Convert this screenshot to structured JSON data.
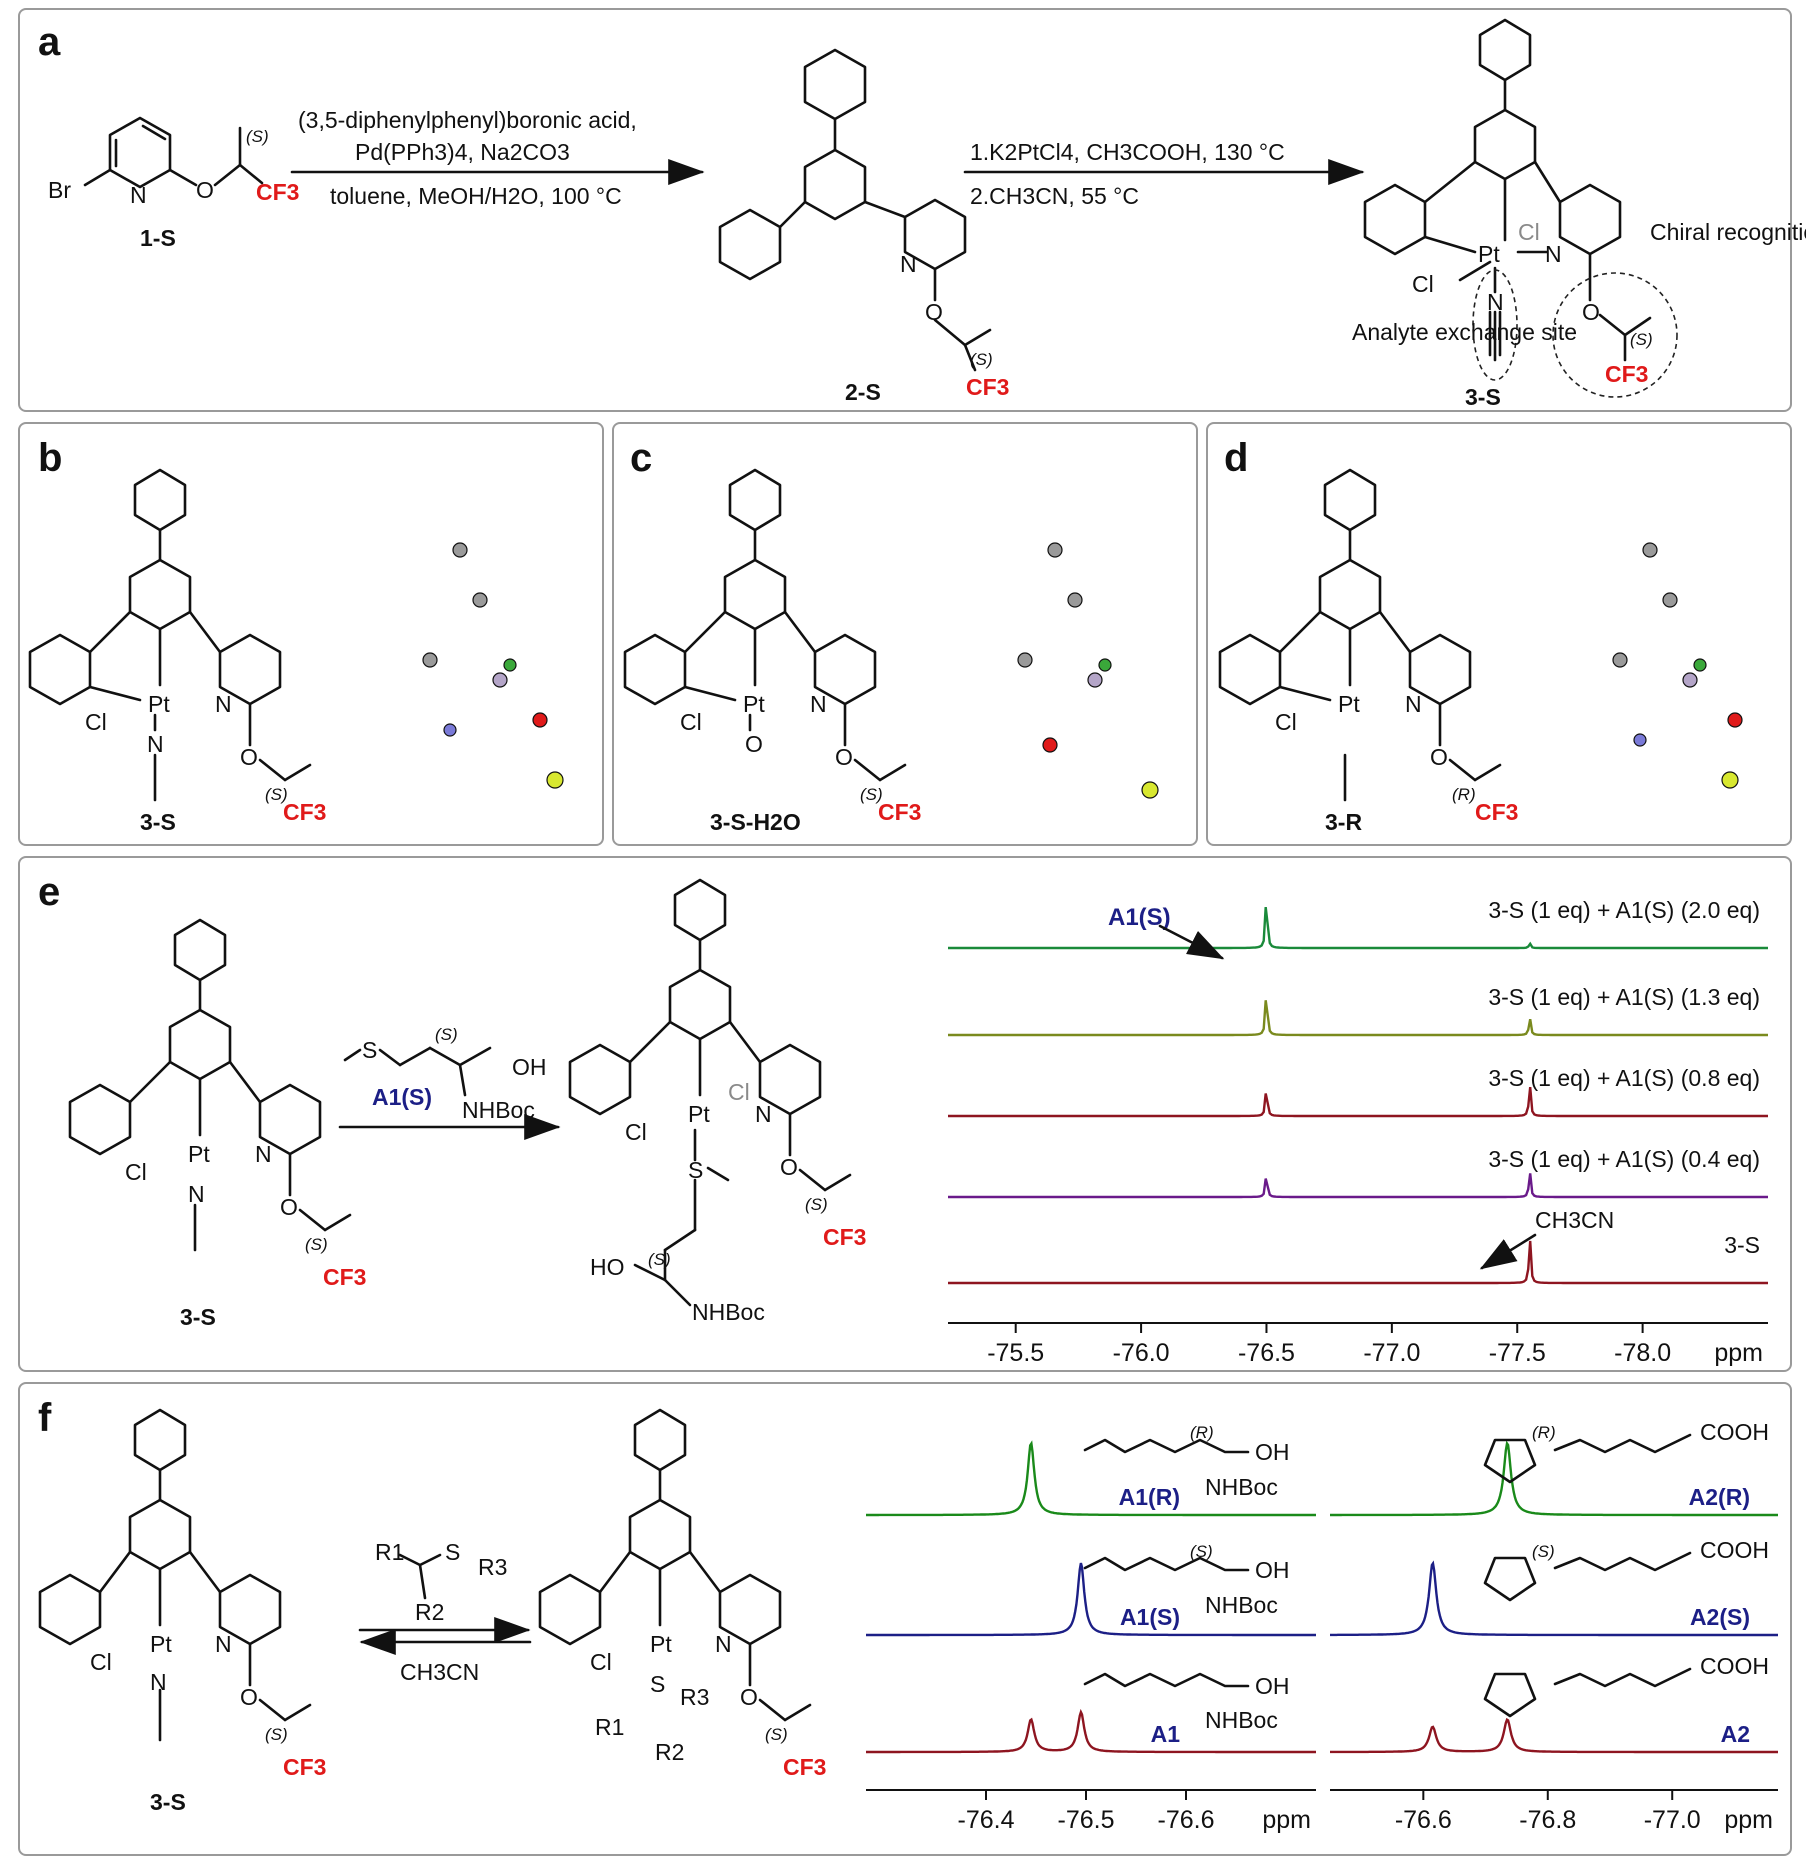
{
  "panel_labels": [
    "a",
    "b",
    "c",
    "d",
    "e",
    "f"
  ],
  "panel_a": {
    "compound_1": {
      "label": "1-S",
      "br": "Br",
      "n": "N",
      "o": "O",
      "stereo": "(S)",
      "cf3": "CF3"
    },
    "step1": {
      "line1": "(3,5-diphenylphenyl)boronic acid,",
      "line2": "Pd(PPh3)4, Na2CO3",
      "line3": "toluene, MeOH/H2O, 100 °C"
    },
    "compound_2": {
      "label": "2-S",
      "n": "N",
      "o": "O",
      "stereo": "(S)",
      "cf3": "CF3"
    },
    "step2": {
      "line1": "1.K2PtCl4, CH3COOH, 130 °C",
      "line2": "2.CH3CN, 55 °C"
    },
    "compound_3": {
      "label": "3-S",
      "pt": "Pt",
      "n": "N",
      "cl": "Cl",
      "cl_gray": "Cl",
      "o": "O",
      "stereo": "(S)",
      "cf3": "CF3",
      "site1": "Analyte exchange site",
      "site2": "Chiral recognition site"
    }
  },
  "panel_b": {
    "label": "3-S"
  },
  "panel_c": {
    "label": "3-S-H2O"
  },
  "panel_d": {
    "label": "3-R",
    "stereo": "(R)"
  },
  "panel_e": {
    "reactant_label": "3-S",
    "reagent_label": "A1(S)",
    "reagent_groups": {
      "s": "S",
      "stereo": "(S)",
      "oh": "OH",
      "nhboc": "NHBoc"
    },
    "product_groups": {
      "ho": "HO",
      "stereo": "(S)",
      "nhboc": "NHBoc"
    }
  },
  "panel_f": {
    "reactant_label": "3-S",
    "reagent": {
      "r1": "R1",
      "r2": "R2",
      "r3": "R3",
      "s": "S",
      "solvent": "CH3CN"
    },
    "left_spectra_labels": [
      "A1(R)",
      "A1(S)",
      "A1"
    ],
    "right_spectra_labels": [
      "A2(R)",
      "A2(S)",
      "A2"
    ],
    "groups": {
      "oh": "OH",
      "nhboc": "NHBoc",
      "cooh": "COOH",
      "stereo_r": "(R)",
      "stereo_s": "(S)"
    }
  },
  "chart_data": [
    {
      "type": "line",
      "panel": "e",
      "xlabel": "ppm",
      "xlim": [
        -75.23,
        -78.5
      ],
      "x_ticks": [
        -75.5,
        -76.0,
        -76.5,
        -77.0,
        -77.5,
        -78.0
      ],
      "x_tick_labels": [
        "-75.5",
        "-76.0",
        "-76.5",
        "-77.0",
        "-77.5",
        "-78.0"
      ],
      "annotations": [
        "A1(S)",
        "CH3CN"
      ],
      "series": [
        {
          "name": "3-S (1 eq) + A1(S) (2.0 eq)",
          "color": "#1a8a3a",
          "peaks": [
            {
              "x": -76.5,
              "h": 1.0
            },
            {
              "x": -77.55,
              "h": 0.08
            }
          ]
        },
        {
          "name": "3-S (1 eq) + A1(S) (1.3 eq)",
          "color": "#7a8a1e",
          "peaks": [
            {
              "x": -76.5,
              "h": 0.85
            },
            {
              "x": -77.55,
              "h": 0.3
            }
          ]
        },
        {
          "name": "3-S (1 eq) + A1(S) (0.8 eq)",
          "color": "#8e1520",
          "peaks": [
            {
              "x": -76.5,
              "h": 0.55
            },
            {
              "x": -77.55,
              "h": 0.55
            }
          ]
        },
        {
          "name": "3-S (1 eq) + A1(S) (0.4 eq)",
          "color": "#6a1a8a",
          "peaks": [
            {
              "x": -76.5,
              "h": 0.45
            },
            {
              "x": -77.55,
              "h": 0.45
            }
          ]
        },
        {
          "name": "3-S",
          "color": "#8e1520",
          "peaks": [
            {
              "x": -77.55,
              "h": 0.8
            }
          ]
        }
      ]
    },
    {
      "type": "line",
      "panel": "f-left",
      "xlabel": "ppm",
      "xlim": [
        -76.28,
        -76.73
      ],
      "x_ticks": [
        -76.4,
        -76.5,
        -76.6
      ],
      "x_tick_labels": [
        "-76.4",
        "-76.5",
        "-76.6"
      ],
      "series": [
        {
          "name": "A1(R)",
          "color": "#1a8a1a",
          "peaks": [
            {
              "x": -76.445,
              "h": 1.0
            }
          ]
        },
        {
          "name": "A1(S)",
          "color": "#1c1f86",
          "peaks": [
            {
              "x": -76.495,
              "h": 1.0
            }
          ]
        },
        {
          "name": "A1",
          "color": "#8e1520",
          "peaks": [
            {
              "x": -76.445,
              "h": 0.45
            },
            {
              "x": -76.495,
              "h": 0.55
            }
          ]
        }
      ]
    },
    {
      "type": "line",
      "panel": "f-right",
      "xlabel": "ppm",
      "xlim": [
        -76.45,
        -77.17
      ],
      "x_ticks": [
        -76.6,
        -76.8,
        -77.0
      ],
      "x_tick_labels": [
        "-76.6",
        "-76.8",
        "-77.0"
      ],
      "series": [
        {
          "name": "A2(R)",
          "color": "#1a8a1a",
          "peaks": [
            {
              "x": -76.735,
              "h": 1.0
            }
          ]
        },
        {
          "name": "A2(S)",
          "color": "#1c1f86",
          "peaks": [
            {
              "x": -76.615,
              "h": 1.0
            }
          ]
        },
        {
          "name": "A2",
          "color": "#8e1520",
          "peaks": [
            {
              "x": -76.615,
              "h": 0.35
            },
            {
              "x": -76.735,
              "h": 0.45
            }
          ]
        }
      ]
    }
  ]
}
